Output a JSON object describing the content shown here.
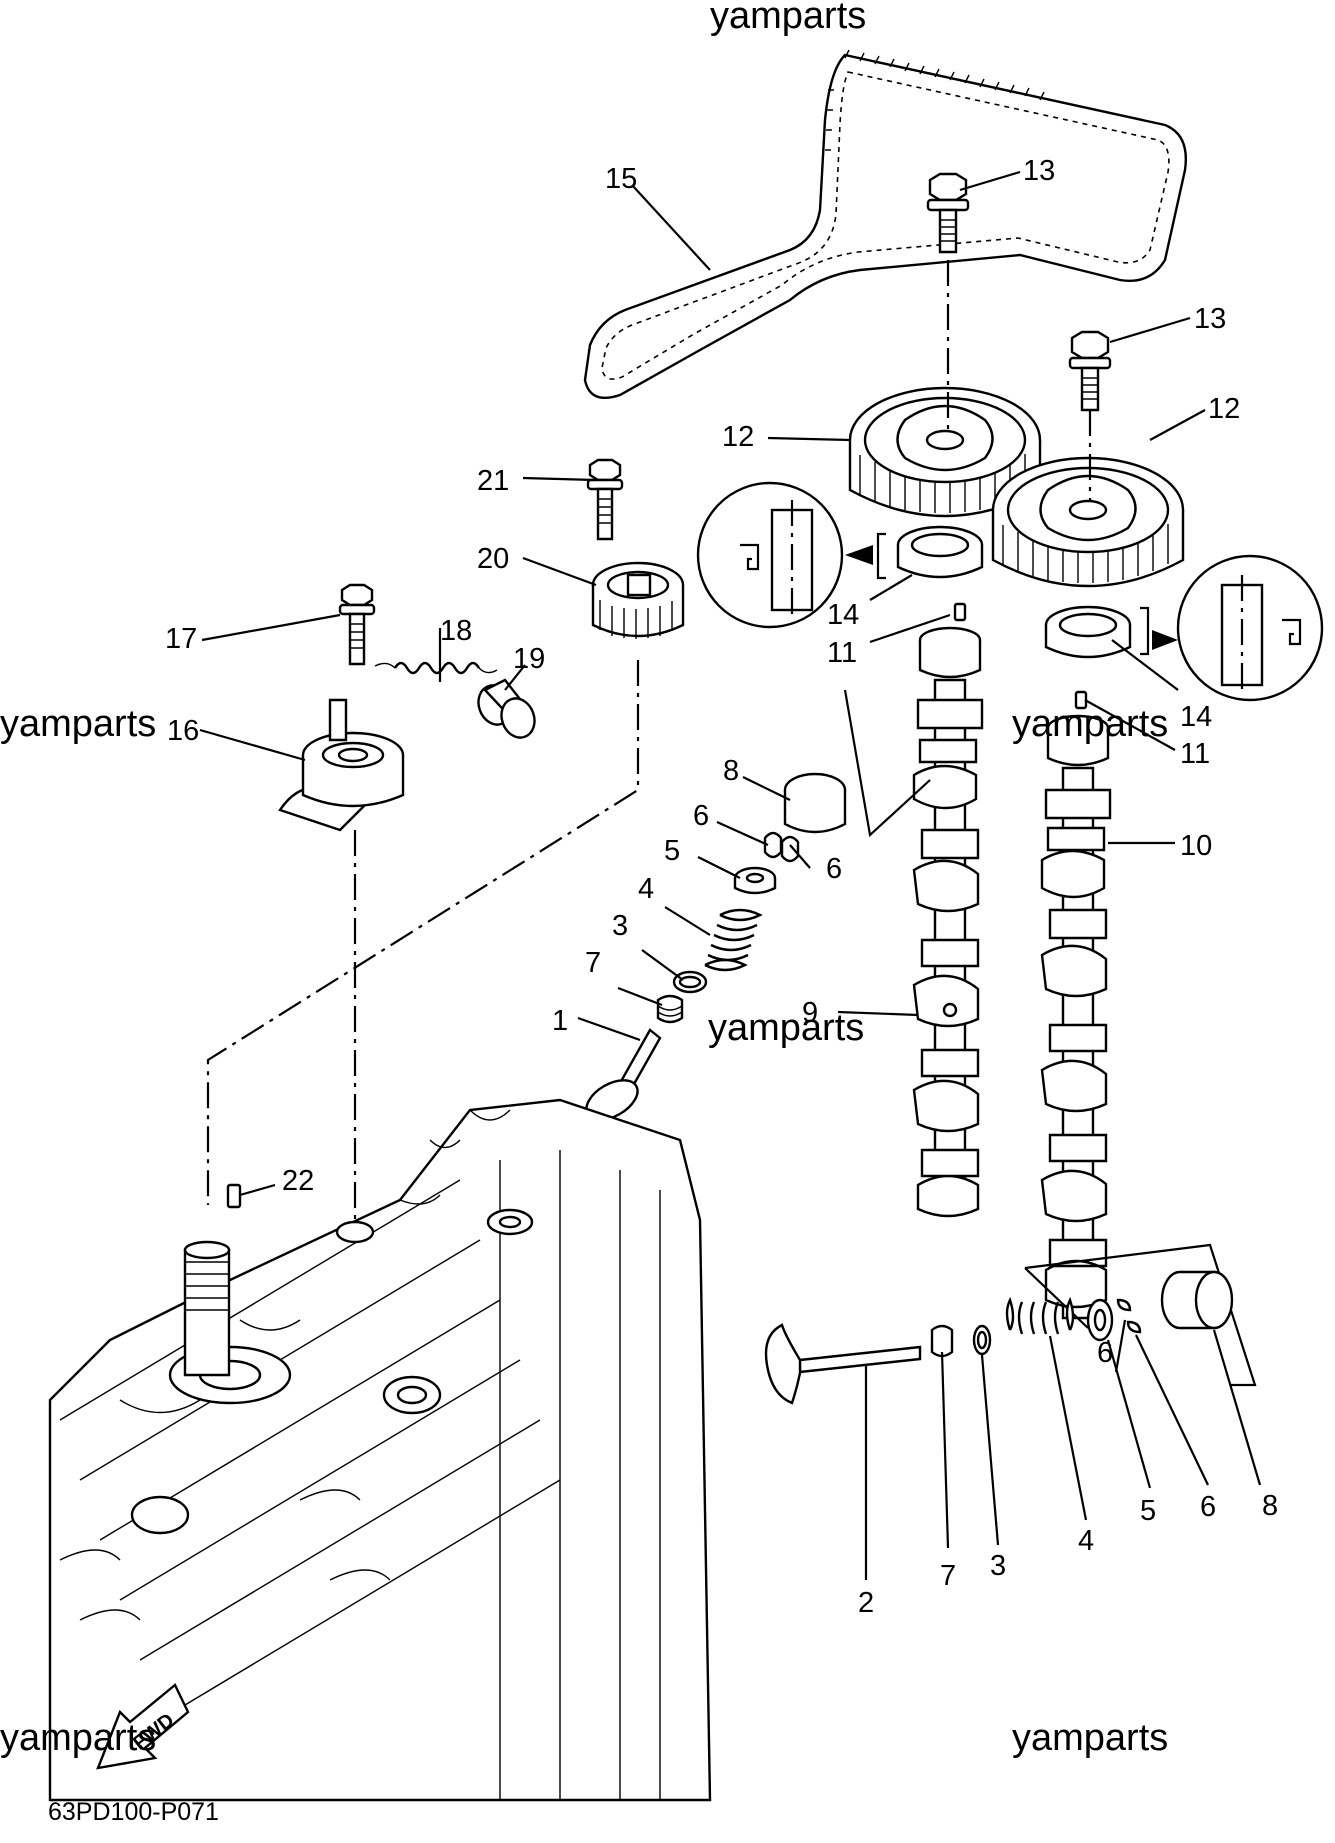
{
  "watermark": "yamparts",
  "diagram_code": "63PD100-P071",
  "fwd_label": "FWD",
  "callouts": {
    "c1": "1",
    "c2": "2",
    "c3a": "3",
    "c3b": "3",
    "c4a": "4",
    "c4b": "4",
    "c5a": "5",
    "c5b": "5",
    "c6a": "6",
    "c6b": "6",
    "c6c": "6",
    "c6d": "6",
    "c7a": "7",
    "c7b": "7",
    "c8a": "8",
    "c8b": "8",
    "c9": "9",
    "c10": "10",
    "c11a": "11",
    "c11b": "11",
    "c12a": "12",
    "c12b": "12",
    "c13a": "13",
    "c13b": "13",
    "c14a": "14",
    "c14b": "14",
    "c15": "15",
    "c16": "16",
    "c17": "17",
    "c18": "18",
    "c19": "19",
    "c20": "20",
    "c21": "21",
    "c22": "22"
  }
}
